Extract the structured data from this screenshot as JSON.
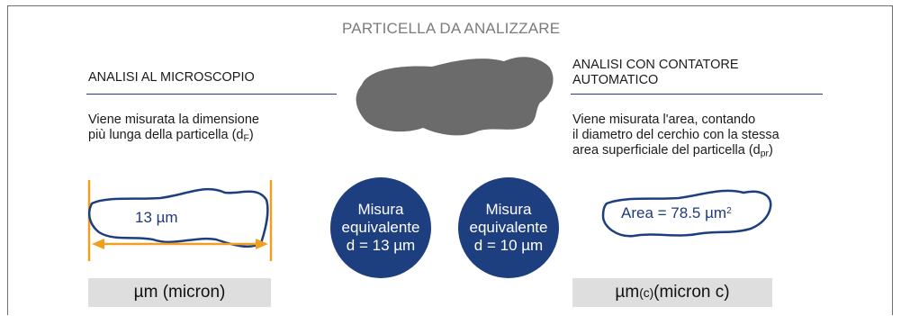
{
  "title": "PARTICELLA DA ANALIZZARE",
  "left": {
    "heading": "ANALISI AL MICROSCOPIO",
    "desc_line1": "Viene misurata la dimensione",
    "desc_line2_text": "più lunga della particella (d",
    "desc_line2_sub": "F",
    "desc_line2_end": ")",
    "measure_label": "13 µm",
    "unit_label": "µm (micron)"
  },
  "right": {
    "heading_line1": "ANALISI CON CONTATORE",
    "heading_line2": "AUTOMATICO",
    "desc_line1": "Viene misurata l'area, contando",
    "desc_line2": "il diametro del cerchio con la stessa",
    "desc_line3_text": "area superficiale del particella (d",
    "desc_line3_sub": "pr",
    "desc_line3_end": ")",
    "area_label_text": "Area = 78.5 µm",
    "area_label_sup": "2",
    "unit_label_text": "µm",
    "unit_label_sub": "(c)",
    "unit_label_end": " (micron c)"
  },
  "circles": [
    {
      "line1": "Misura",
      "line2": "equivalente",
      "line3": "d = 13 µm"
    },
    {
      "line1": "Misura",
      "line2": "equivalente",
      "line3": "d = 10 µm"
    }
  ],
  "colors": {
    "navy": "#1e3f7f",
    "orange": "#f0a020",
    "particle": "#6b6b6b",
    "unit_bg": "#dedede"
  }
}
